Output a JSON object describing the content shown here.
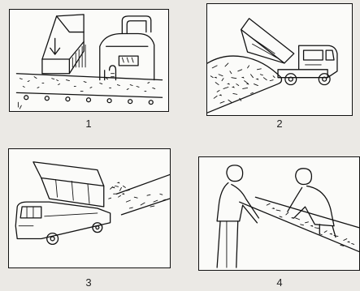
{
  "panels": [
    {
      "label": "1",
      "scene": "factory-conveyor-machine"
    },
    {
      "label": "2",
      "scene": "dump-truck-unloading-pile"
    },
    {
      "label": "3",
      "scene": "truck-spreading-on-road"
    },
    {
      "label": "4",
      "scene": "two-people-spreading-by-hand"
    }
  ]
}
